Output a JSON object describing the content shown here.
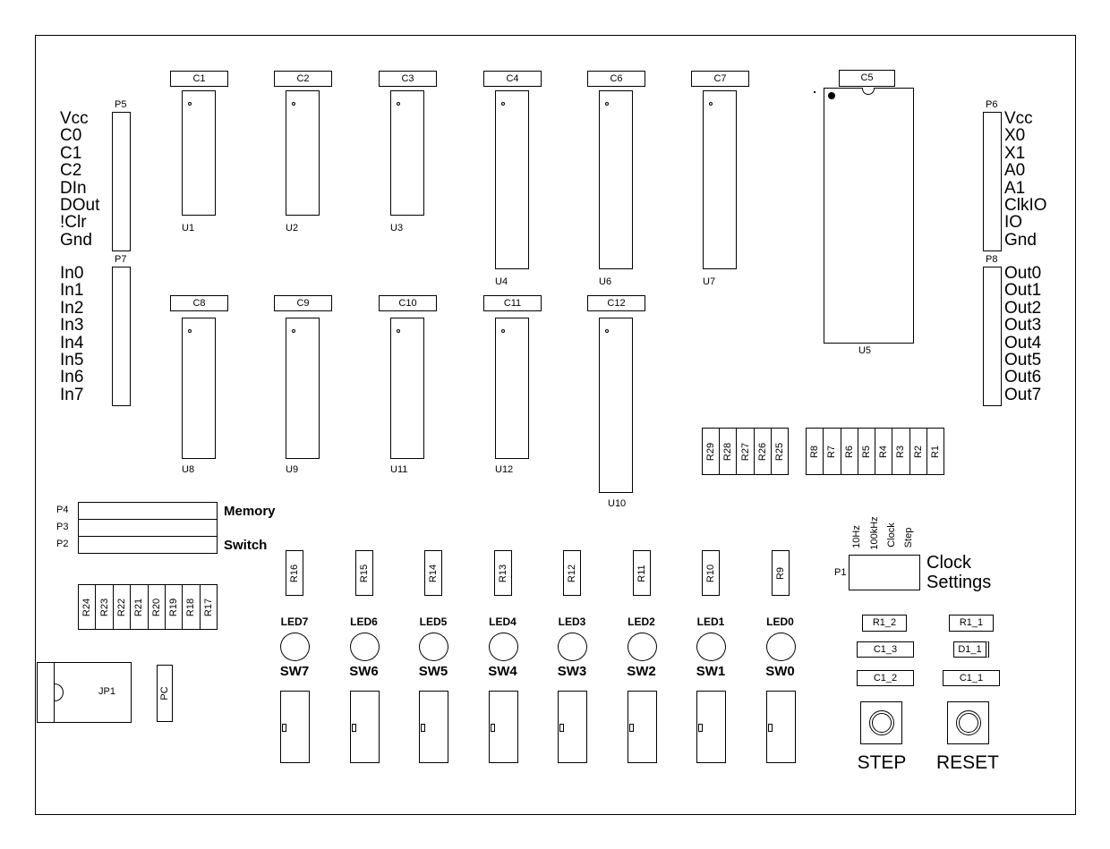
{
  "board": {
    "caps_top": [
      "C1",
      "C2",
      "C3",
      "C4",
      "C6",
      "C7"
    ],
    "ics_top": [
      "U1",
      "U2",
      "U3",
      "U4",
      "U6",
      "U7"
    ],
    "caps_bottom": [
      "C8",
      "C9",
      "C10",
      "C11",
      "C12"
    ],
    "ics_bottom": [
      "U8",
      "U9",
      "U11",
      "U12",
      "U10"
    ],
    "big_ic": {
      "cap": "C5",
      "label": "U5"
    },
    "p5": {
      "label": "P5",
      "pins": [
        "Vcc",
        "C0",
        "C1",
        "C2",
        "DIn",
        "DOut",
        "!Clr",
        "Gnd"
      ]
    },
    "p7": {
      "label": "P7",
      "pins": [
        "In0",
        "In1",
        "In2",
        "In3",
        "In4",
        "In5",
        "In6",
        "In7"
      ]
    },
    "p6": {
      "label": "P6",
      "pins": [
        "Vcc",
        "X0",
        "X1",
        "A0",
        "A1",
        "ClkIO",
        "IO",
        "Gnd"
      ]
    },
    "p8": {
      "label": "P8",
      "pins": [
        "Out0",
        "Out1",
        "Out2",
        "Out3",
        "Out4",
        "Out5",
        "Out6",
        "Out7"
      ]
    },
    "rnet_a": [
      "R29",
      "R28",
      "R27",
      "R26",
      "R25"
    ],
    "rnet_b": [
      "R8",
      "R7",
      "R6",
      "R5",
      "R4",
      "R3",
      "R2",
      "R1"
    ],
    "rnet_c": [
      "R24",
      "R23",
      "R22",
      "R21",
      "R20",
      "R19",
      "R18",
      "R17"
    ],
    "headers": [
      {
        "label": "P4",
        "caption": "Memory"
      },
      {
        "label": "P3",
        "caption": ""
      },
      {
        "label": "P2",
        "caption": "Switch"
      }
    ],
    "led_resistors": [
      "R16",
      "R15",
      "R14",
      "R13",
      "R12",
      "R11",
      "R10",
      "R9"
    ],
    "leds": [
      "LED7",
      "LED6",
      "LED5",
      "LED4",
      "LED3",
      "LED2",
      "LED1",
      "LED0"
    ],
    "switches": [
      "SW7",
      "SW6",
      "SW5",
      "SW4",
      "SW3",
      "SW2",
      "SW1",
      "SW0"
    ],
    "clock": {
      "label": "P1",
      "options": [
        "10Hz",
        "100kHz",
        "Clock",
        "Step"
      ],
      "title_line1": "Clock",
      "title_line2": "Settings"
    },
    "small_parts": {
      "r1_2": "R1_2",
      "r1_1": "R1_1",
      "c1_3": "C1_3",
      "d1_1": "D1_1",
      "c1_2": "C1_2",
      "c1_1": "C1_1"
    },
    "buttons": {
      "step": "STEP",
      "reset": "RESET"
    },
    "jp1": "JP1",
    "pc": "PC"
  }
}
